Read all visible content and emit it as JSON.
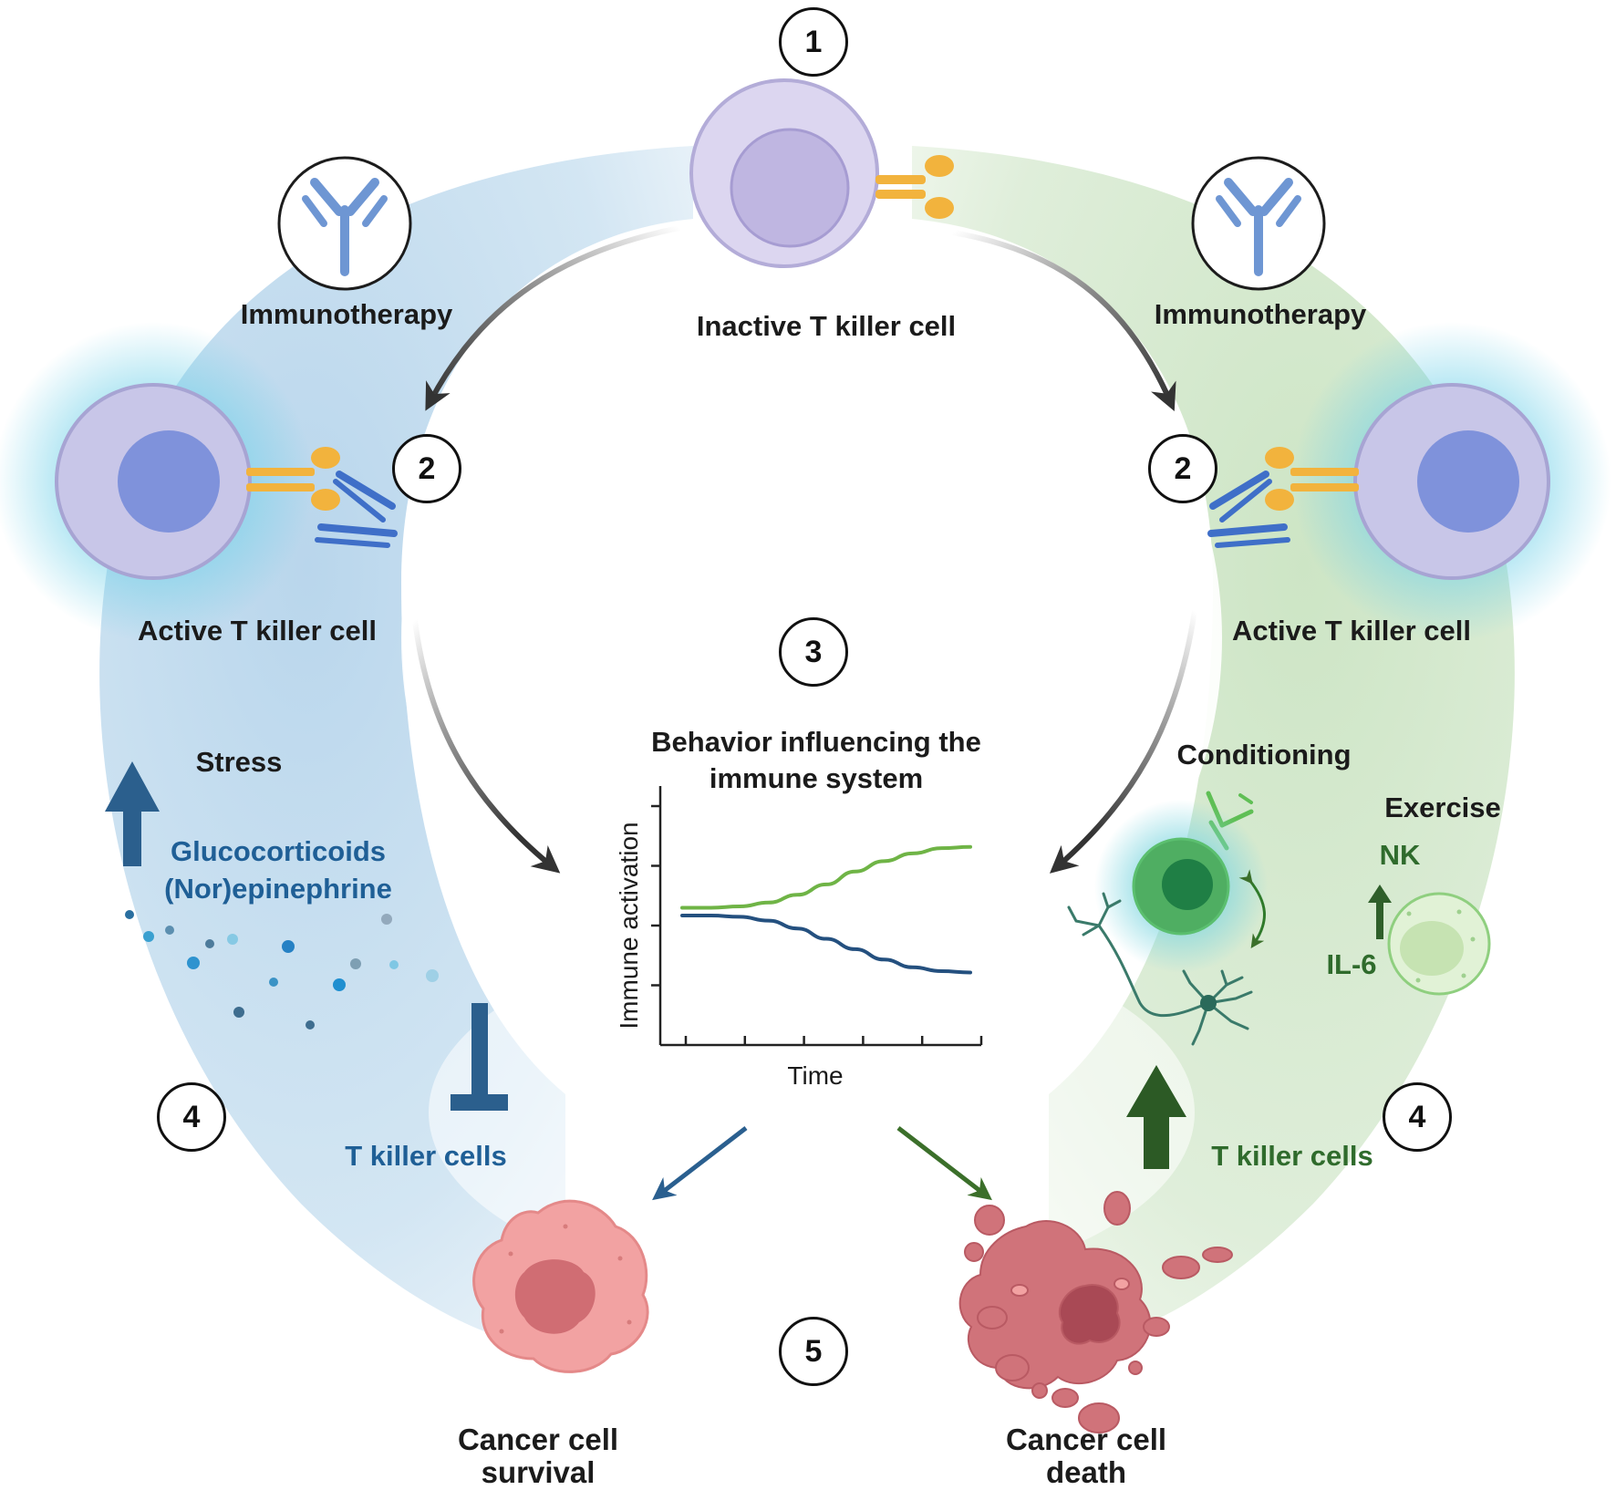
{
  "steps": [
    "1",
    "2",
    "2",
    "3",
    "4",
    "4",
    "5"
  ],
  "labels": {
    "inactive_t_cell": "Inactive T killer cell",
    "immunotherapy_left": "Immunotherapy",
    "immunotherapy_right": "Immunotherapy",
    "active_t_cell_left": "Active T killer cell",
    "active_t_cell_right": "Active T killer cell",
    "stress": "Stress",
    "glucocorticoids": "Glucocorticoids",
    "norepinephrine": "(Nor)epinephrine",
    "t_killer_left": "T killer cells",
    "t_killer_right": "T killer cells",
    "conditioning": "Conditioning",
    "exercise": "Exercise",
    "nk": "NK",
    "il6": "IL-6",
    "behavior_line1": "Behavior influencing the",
    "behavior_line2": "immune system",
    "survival_line1": "Cancer cell",
    "survival_line2": "survival",
    "death_line1": "Cancer cell",
    "death_line2": "death"
  },
  "colors": {
    "blue_text": "#1f5f96",
    "green_text": "#2f6b2c",
    "blue_bg": "#c3dcee",
    "green_bg": "#d5e9cf",
    "series_green": "#6fb446",
    "series_blue": "#24507f",
    "cancer_pink": "#f09b9b",
    "cancer_red": "#c9606a"
  },
  "chart_data": {
    "type": "line",
    "title": "",
    "xlabel": "Time",
    "ylabel": "Immune activation",
    "x_ticks": 6,
    "y_ticks": 4,
    "series": [
      {
        "color": "#6fb446",
        "x": [
          0,
          0.1,
          0.2,
          0.3,
          0.4,
          0.5,
          0.6,
          0.7,
          0.8,
          0.9,
          1.0
        ],
        "y": [
          0.53,
          0.53,
          0.535,
          0.55,
          0.58,
          0.62,
          0.67,
          0.71,
          0.74,
          0.76,
          0.765
        ]
      },
      {
        "color": "#24507f",
        "x": [
          0,
          0.1,
          0.2,
          0.3,
          0.4,
          0.5,
          0.6,
          0.7,
          0.8,
          0.9,
          1.0
        ],
        "y": [
          0.5,
          0.5,
          0.495,
          0.48,
          0.45,
          0.41,
          0.37,
          0.33,
          0.3,
          0.285,
          0.28
        ]
      }
    ]
  }
}
